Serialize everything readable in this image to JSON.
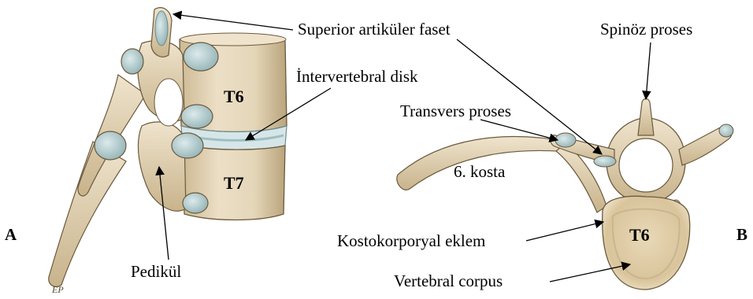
{
  "panels": {
    "left": "A",
    "right": "B"
  },
  "labels": {
    "superior_facet": "Superior artiküler faset",
    "intervertebral_disk": "İntervertebral disk",
    "pedicle": "Pedikül",
    "spinous_process": "Spinöz proses",
    "transverse_process": "Transvers proses",
    "rib": "6. kosta",
    "costocorporeal_joint": "Kostokorporyal eklem",
    "vertebral_body": "Vertebral corpus"
  },
  "vertebra_labels": {
    "upper": "T6",
    "lower": "T7",
    "axial": "T6"
  },
  "artist_signature": "EP",
  "colors": {
    "bone": "#e8dcc4",
    "bone_shadow": "#c9b690",
    "bone_outline": "#6b5a3e",
    "cartilage": "#bcd4d6",
    "cartilage_shade": "#8fb0b3"
  }
}
